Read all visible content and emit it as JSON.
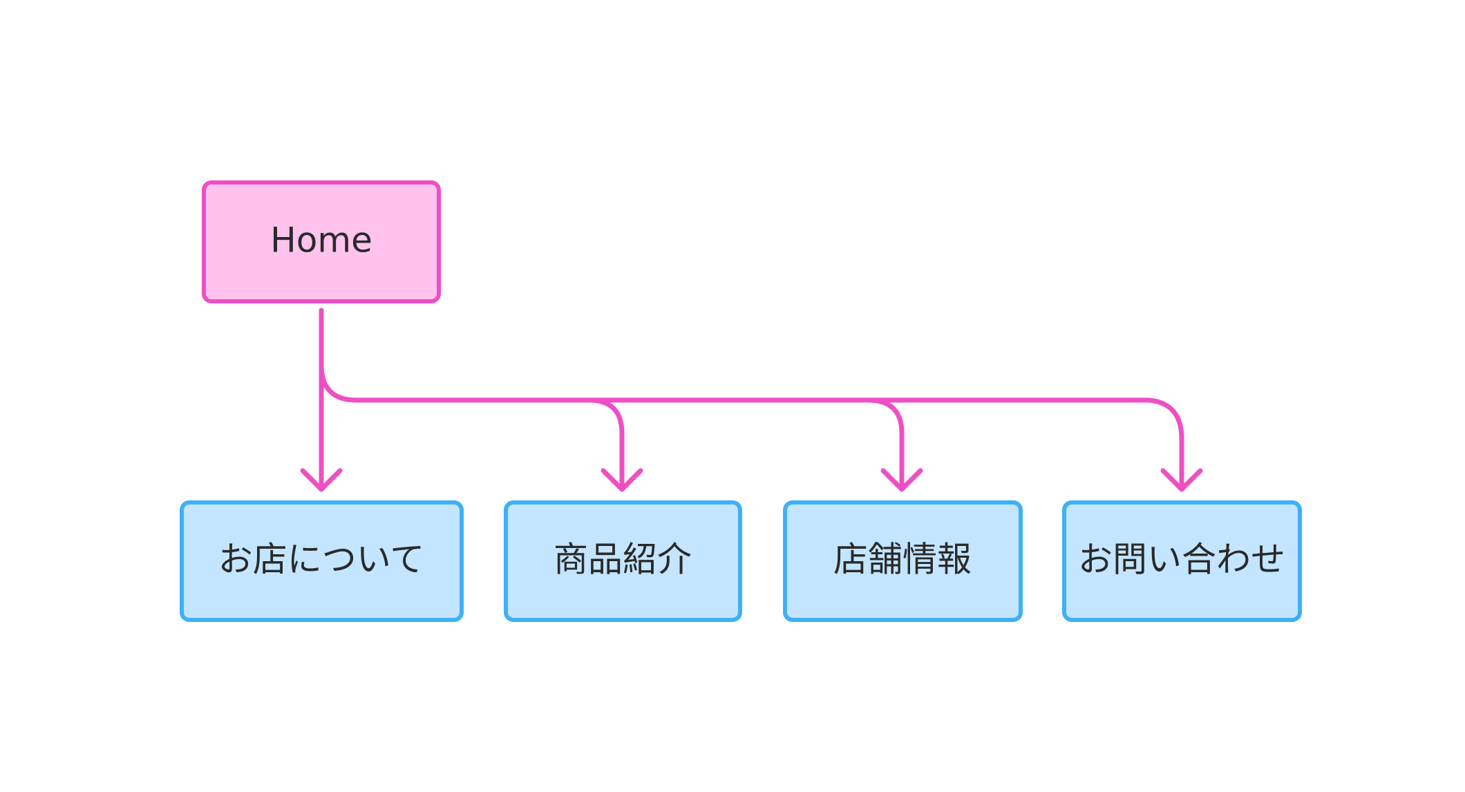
{
  "diagram": {
    "type": "sitemap-tree",
    "root": {
      "label": "Home",
      "fill": "#ffc3ee",
      "stroke": "#ee4fc4"
    },
    "children": [
      {
        "label": "お店について"
      },
      {
        "label": "商品紹介"
      },
      {
        "label": "店舗情報"
      },
      {
        "label": "お問い合わせ"
      }
    ],
    "child_style": {
      "fill": "#c4e5ff",
      "stroke": "#3fb0f6"
    },
    "connector_color": "#ee4fc4",
    "text_color": "#2a2a2a"
  }
}
